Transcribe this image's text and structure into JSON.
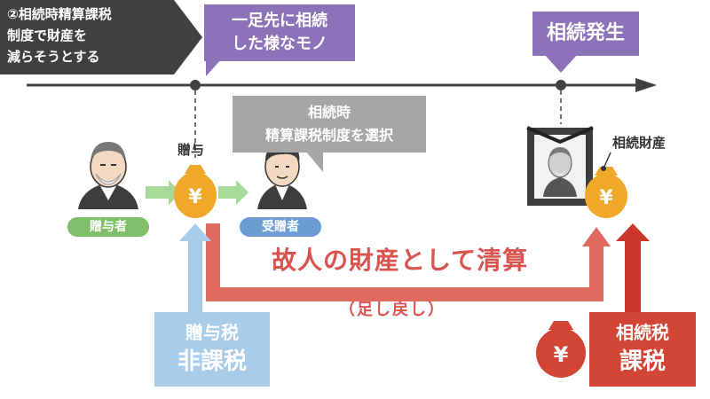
{
  "banner": {
    "line1": "②相続時精算課税",
    "line2": "制度で財産を",
    "line3": "減らそうとする"
  },
  "callouts": {
    "gift": {
      "line1": "一足先に相続",
      "line2": "した様なモノ"
    },
    "inherit": "相続発生",
    "select": {
      "line1": "相続時",
      "line2": "精算課税制度を選択"
    }
  },
  "labels": {
    "gift": "贈与",
    "giver": "贈与者",
    "receiver": "受贈者",
    "estate": "相続財産",
    "main": "故人の財産として清算",
    "sub": "（足し戻し）"
  },
  "tax_boxes": {
    "gift_tax": {
      "line1": "贈与税",
      "line2": "非課税"
    },
    "inheritance_tax": {
      "line1": "相続税",
      "line2": "課税"
    }
  },
  "yen": "¥",
  "colors": {
    "dark": "#404040",
    "purple": "#8c72b8",
    "gray": "#a6a6a6",
    "green": "#7fbf6a",
    "blue": "#6b9fd4",
    "light_blue": "#a8cbe8",
    "red": "#d9534f",
    "dark_red": "#d24434",
    "gold": "#f0a82a",
    "timeline": "#404040"
  },
  "icons": [
    "person-elder-icon",
    "person-young-icon",
    "money-bag-icon",
    "memorial-portrait-icon"
  ]
}
